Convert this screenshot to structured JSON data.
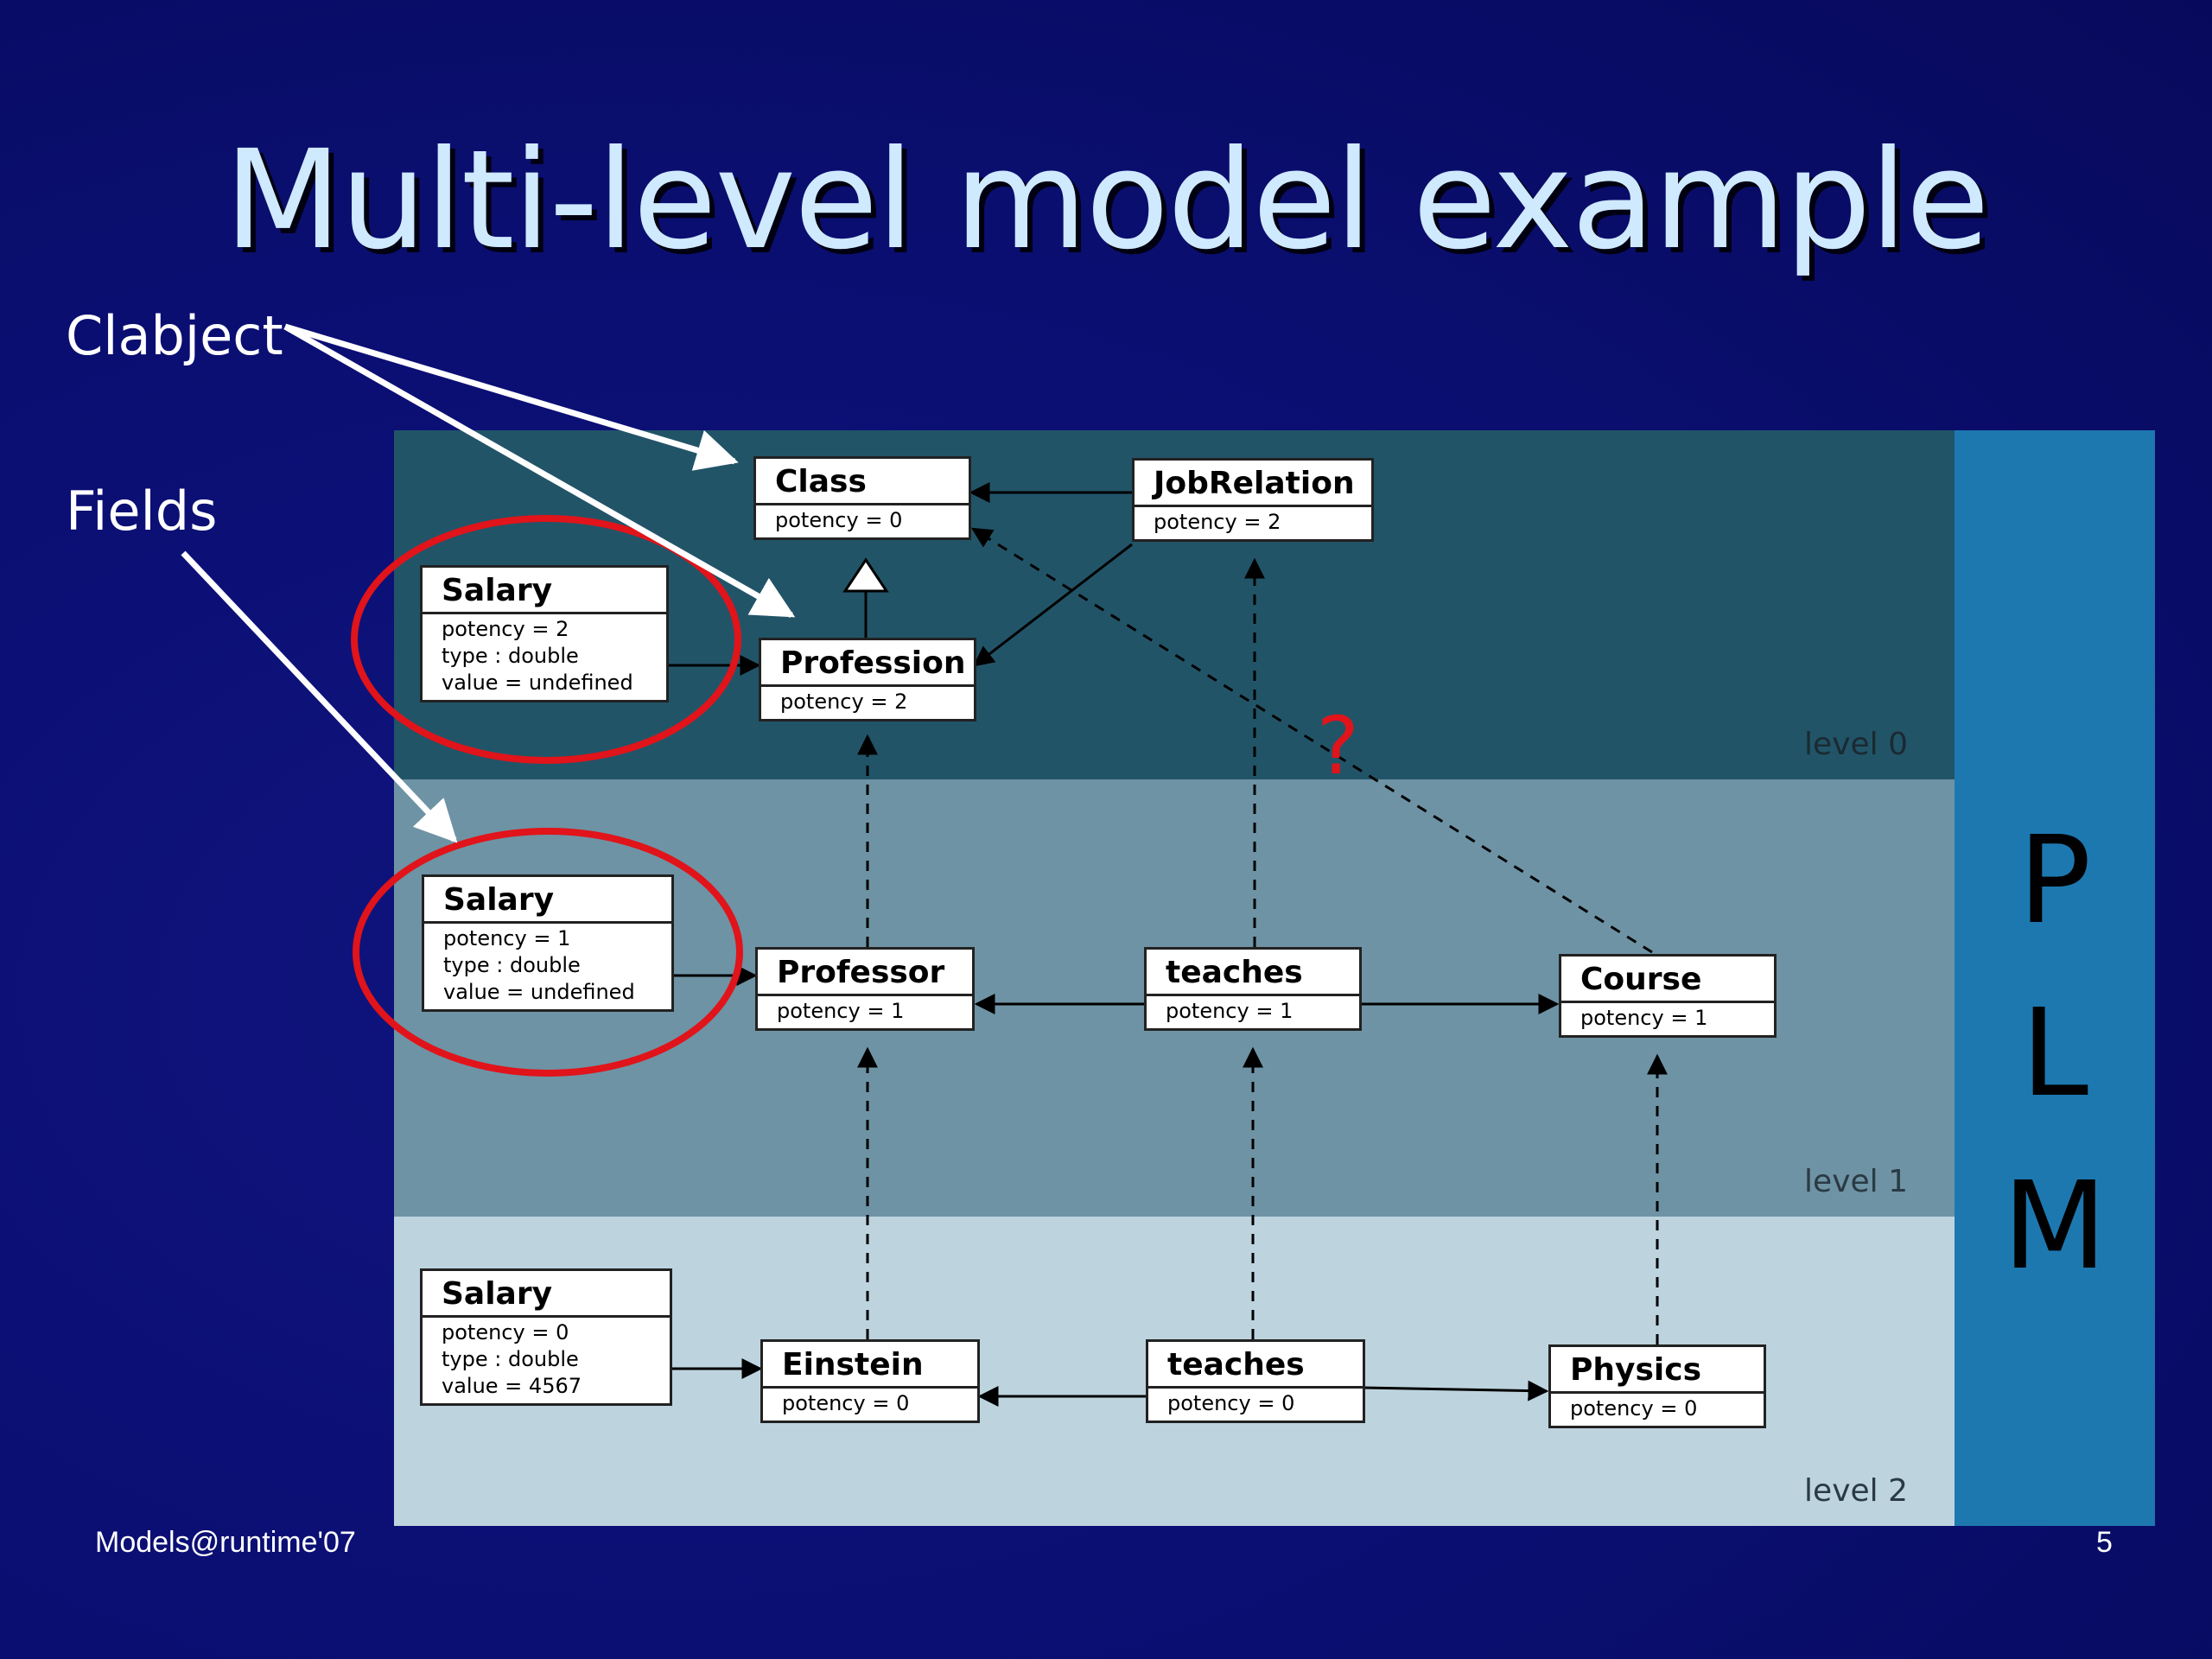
{
  "slide": {
    "title": "Multi-level model example",
    "clabject_label": "Clabject",
    "fields_label": "Fields",
    "footer_left": "Models@runtime'07",
    "footer_right": "5",
    "question_mark": "?"
  },
  "levels": {
    "level0": "level 0",
    "level1": "level 1",
    "level2": "level 2"
  },
  "plm": {
    "p": "P",
    "l": "L",
    "m": "M"
  },
  "colors": {
    "background": "#0b0f74",
    "title": "#cfe9ff",
    "level0": "#225468",
    "level1": "#6e93a4",
    "level2": "#bdd4df",
    "plm": "#1d78b0",
    "highlight": "#e0141a"
  },
  "boxes": {
    "class": {
      "name": "Class",
      "attrs": [
        "potency = 0"
      ]
    },
    "jobrelation": {
      "name": "JobRelation",
      "attrs": [
        "potency = 2"
      ]
    },
    "salary0": {
      "name": "Salary",
      "attrs": [
        "potency = 2",
        "type : double",
        "value = undefined"
      ]
    },
    "profession": {
      "name": "Profession",
      "attrs": [
        "potency = 2"
      ]
    },
    "salary1": {
      "name": "Salary",
      "attrs": [
        "potency = 1",
        "type : double",
        "value = undefined"
      ]
    },
    "professor": {
      "name": "Professor",
      "attrs": [
        "potency = 1"
      ]
    },
    "teaches1": {
      "name": "teaches",
      "attrs": [
        "potency = 1"
      ]
    },
    "course": {
      "name": "Course",
      "attrs": [
        "potency = 1"
      ]
    },
    "salary2": {
      "name": "Salary",
      "attrs": [
        "potency = 0",
        "type : double",
        "value = 4567"
      ]
    },
    "einstein": {
      "name": "Einstein",
      "attrs": [
        "potency = 0"
      ]
    },
    "teaches2": {
      "name": "teaches",
      "attrs": [
        "potency = 0"
      ]
    },
    "physics": {
      "name": "Physics",
      "attrs": [
        "potency = 0"
      ]
    }
  }
}
